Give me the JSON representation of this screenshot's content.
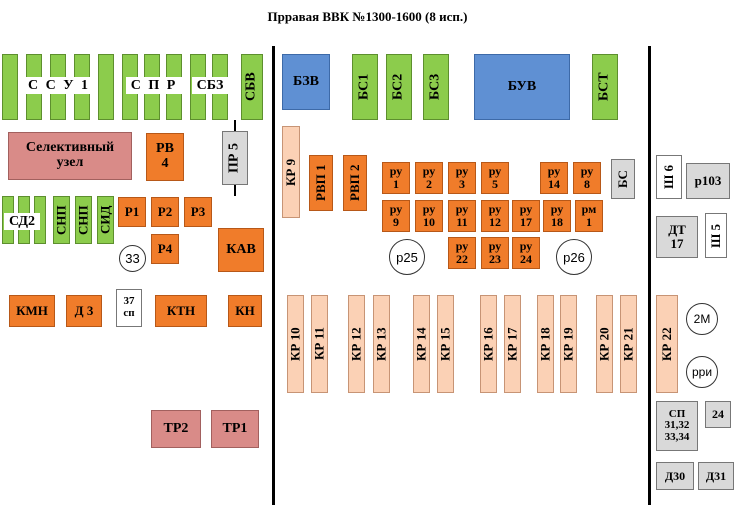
{
  "title": "Прравая ВВК №1300-1600 (8 исп.)",
  "groups": {
    "ssu1": "С С У 1",
    "spr": "С П Р",
    "sbz": "СБЗ",
    "sd2": "СД2"
  },
  "labels": {
    "sbv": "СБВ",
    "snp1": "СНП",
    "snp2": "СНП",
    "sid": "СИД",
    "selective": "Селективный узел",
    "rv4": "РВ 4",
    "pr5": "ПР 5",
    "r1": "Р1",
    "r2": "Р2",
    "r3": "Р3",
    "r4": "Р4",
    "kav": "КАВ",
    "c33": "33",
    "kmn": "КМН",
    "d3": "Д 3",
    "sp37": "37 сп",
    "ktn": "КТН",
    "kn": "КН",
    "tr2": "ТР2",
    "tr1": "ТР1",
    "bzv": "БЗВ",
    "bs1": "БС1",
    "bs2": "БС2",
    "bs3": "БС3",
    "buv": "БУВ",
    "bst": "БСТ",
    "kr9": "КР 9",
    "rvp1": "РВП 1",
    "rvp2": "РВП 2",
    "ru1": "ру 1",
    "ru2": "ру 2",
    "ru3": "ру 3",
    "ru5": "ру 5",
    "ru14": "ру 14",
    "ru8": "ру 8",
    "bs": "БС",
    "ru9": "ру 9",
    "ru10": "ру 10",
    "ru11": "ру 11",
    "ru12": "ру 12",
    "ru17": "ру 17",
    "ru18": "ру 18",
    "rm1": "рм 1",
    "ru22": "ру 22",
    "ru23": "ру 23",
    "ru24": "ру 24",
    "p25": "р25",
    "p26": "р26",
    "kr10": "КР 10",
    "kr11": "КР 11",
    "kr12": "КР 12",
    "kr13": "КР 13",
    "kr14": "КР 14",
    "kr15": "КР 15",
    "kr16": "КР 16",
    "kr17": "КР 17",
    "kr18": "КР 18",
    "kr19": "КР 19",
    "kr20": "КР 20",
    "kr21": "КР 21",
    "kr22": "КР 22",
    "sh6": "Ш 6",
    "p103": "р103",
    "dt17": "ДТ 17",
    "sh5": "Ш 5",
    "m2": "2М",
    "rri": "рри",
    "sp31": "СП 31,32 33,34",
    "n24": "24",
    "d30": "Д30",
    "d31": "Д31"
  }
}
